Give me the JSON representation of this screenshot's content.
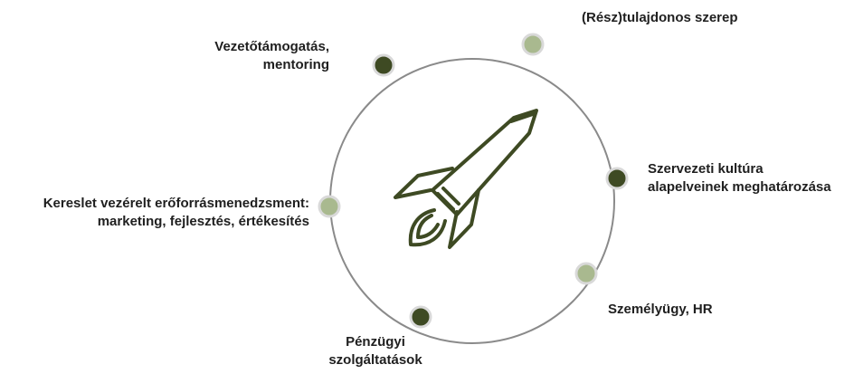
{
  "diagram": {
    "colors": {
      "ring": "#8a8a8a",
      "dark_node": "#3e4a23",
      "light_node": "#a9b98f",
      "node_outline": "#d9d9d9",
      "rocket": "#3e4a23"
    },
    "center_icon": "rocket-icon",
    "items": [
      {
        "lines": [
          "(Rész)tulajdonos szerep"
        ],
        "tone": "light"
      },
      {
        "lines": [
          "Vezetőtámogatás,",
          "mentoring"
        ],
        "tone": "dark"
      },
      {
        "lines": [
          "Szervezeti kultúra",
          "alapelveinek meghatározása"
        ],
        "tone": "dark"
      },
      {
        "lines": [
          "Kereslet vezérelt erőforrásmenedzsment:",
          "marketing, fejlesztés, értékesítés"
        ],
        "tone": "light"
      },
      {
        "lines": [
          "Személyügy, HR"
        ],
        "tone": "light"
      },
      {
        "lines": [
          "Pénzügyi",
          "szolgáltatások"
        ],
        "tone": "dark"
      }
    ]
  }
}
